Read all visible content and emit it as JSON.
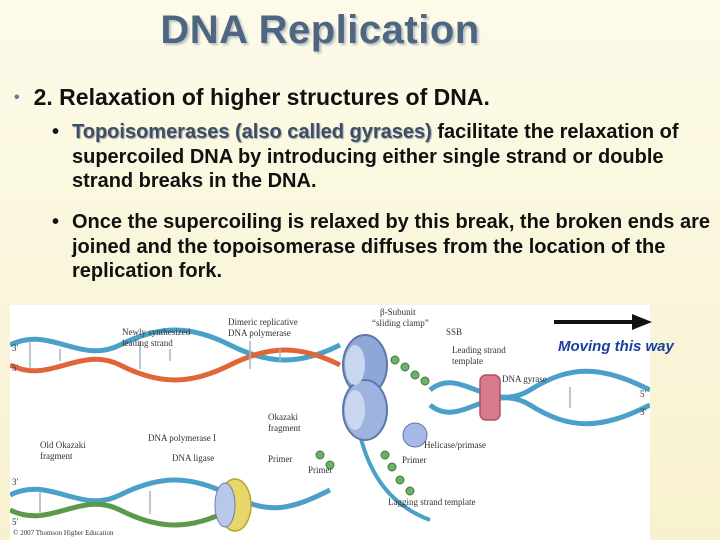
{
  "slide": {
    "title": "DNA Replication",
    "bullet1": "2. Relaxation of higher structures of DNA.",
    "sub1": {
      "part1": "Topoisomerases",
      "part2": " (also called ",
      "part3": "gyrases",
      "part4": ")",
      "rest": " facilitate the relaxation of supercoiled DNA by introducing either single strand or double strand breaks in the DNA."
    },
    "sub2": "Once the supercoiling is relaxed by this break, the broken ends are joined and the topoisomerase diffuses from the location of the replication fork.",
    "bullet_char": "•"
  },
  "arrow": {
    "label": "Moving this way",
    "color": "#1a3fa0"
  },
  "figure": {
    "labels": {
      "newly": "Newly synthesized",
      "leading_strand": "leading strand",
      "dimeric": "Dimeric replicative",
      "dna_pol": "DNA polymerase",
      "beta1": "β-Subunit",
      "beta2": "“sliding clamp”",
      "ssb": "SSB",
      "lst1": "Leading strand",
      "lst2": "template",
      "gyrase": "DNA gyrase",
      "okazaki1": "Okazaki",
      "okazaki2": "fragment",
      "old1": "Old Okazaki",
      "old2": "fragment",
      "pol1": "DNA polymerase I",
      "ligase": "DNA ligase",
      "primer_a": "Primer",
      "primer_b": "Primer",
      "primer_c": "Primer",
      "helicase": "Helicase/primase",
      "lagging": "Lagging strand template",
      "copyright": "© 2007 Thomson Higher Education",
      "p3a": "3'",
      "p5a": "5'",
      "p3b": "3'",
      "p5b": "5'",
      "p5c": "5'",
      "p3c": "3'"
    },
    "colors": {
      "strand_old": "#4aa0c8",
      "strand_new": "#e0663a",
      "strand_green": "#5a9a4a",
      "polymerase": "#8fa7d6",
      "gyrase": "#d97a8a",
      "ligase": "#e7d66a"
    }
  }
}
